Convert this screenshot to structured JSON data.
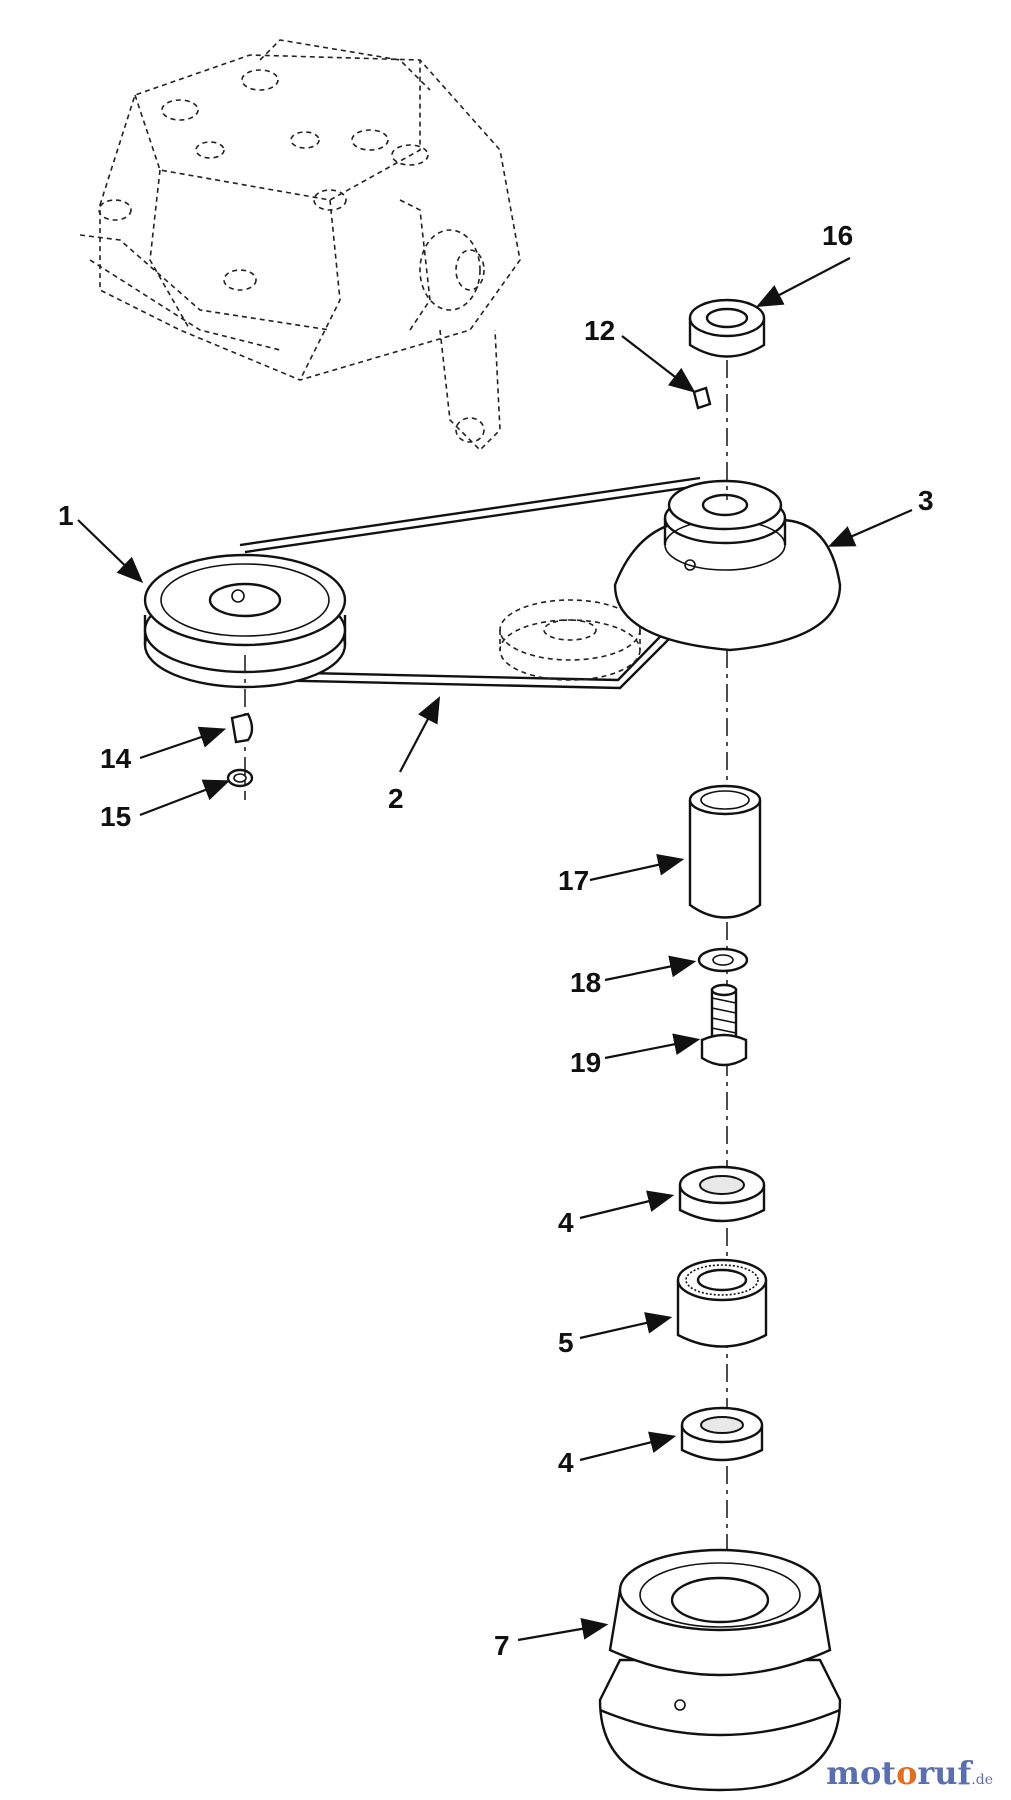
{
  "callouts": {
    "c1": "1",
    "c2": "2",
    "c3": "3",
    "c4a": "4",
    "c4b": "4",
    "c5": "5",
    "c7": "7",
    "c12": "12",
    "c14": "14",
    "c15": "15",
    "c16": "16",
    "c17": "17",
    "c18": "18",
    "c19": "19"
  },
  "watermark": {
    "part1": "mot",
    "part2": "o",
    "part3": "ruf",
    "suffix": ".de"
  }
}
